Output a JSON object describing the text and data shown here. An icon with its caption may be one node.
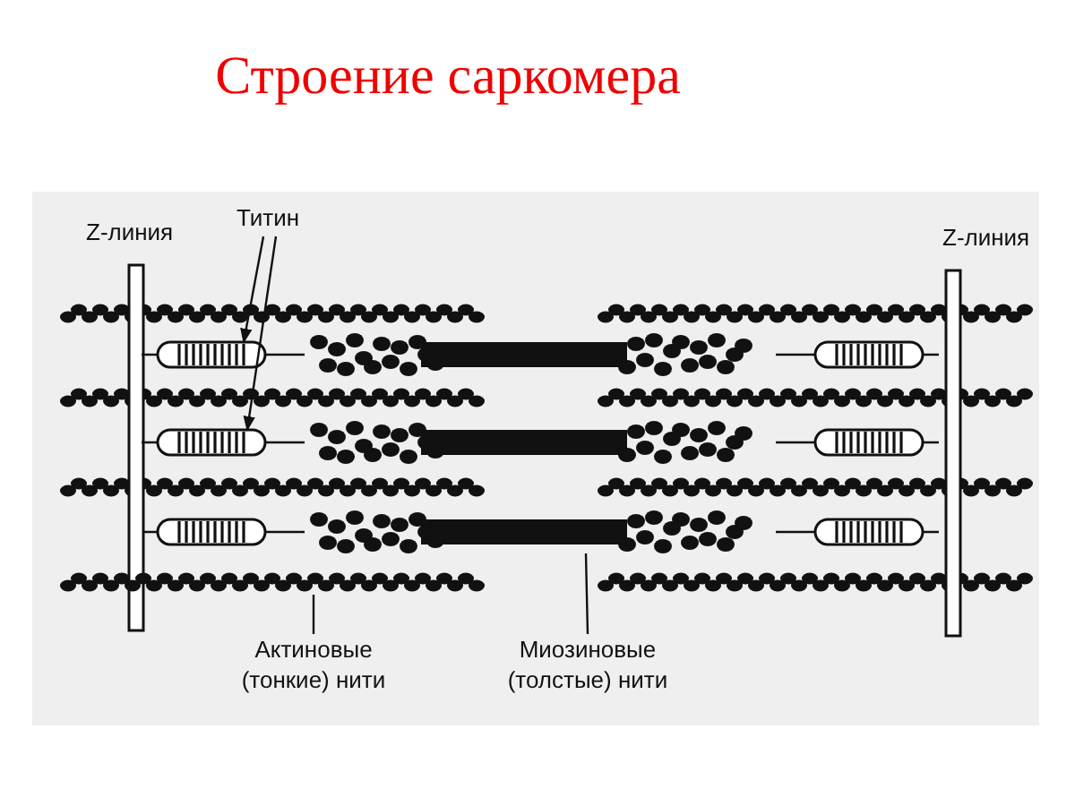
{
  "diagram": {
    "title": "Строение саркомера",
    "nodes": [
      {
        "text": [
          "Z-линия"
        ]
      },
      {
        "text": [
          "Титин"
        ]
      },
      {
        "text": [
          "Z-линия"
        ]
      },
      {
        "text": [],
        "shape": "spring"
      },
      {
        "text": [],
        "shape": "spring"
      },
      {
        "text": [],
        "shape": "filament"
      },
      {
        "text": [],
        "shape": "filament"
      },
      {
        "text": [
          "Актиновые (тонкие) нити"
        ]
      },
      {
        "text": [
          "Миозиновые (толстые) нити"
        ]
      }
    ],
    "edges": [
      {
        "from": 1,
        "to": 3,
        "arrow": "to"
      },
      {
        "from": 1,
        "to": 4,
        "arrow": "to"
      },
      {
        "from": 7,
        "to": 5,
        "arrow": "none"
      },
      {
        "from": 8,
        "to": 6,
        "arrow": "none"
      }
    ]
  }
}
